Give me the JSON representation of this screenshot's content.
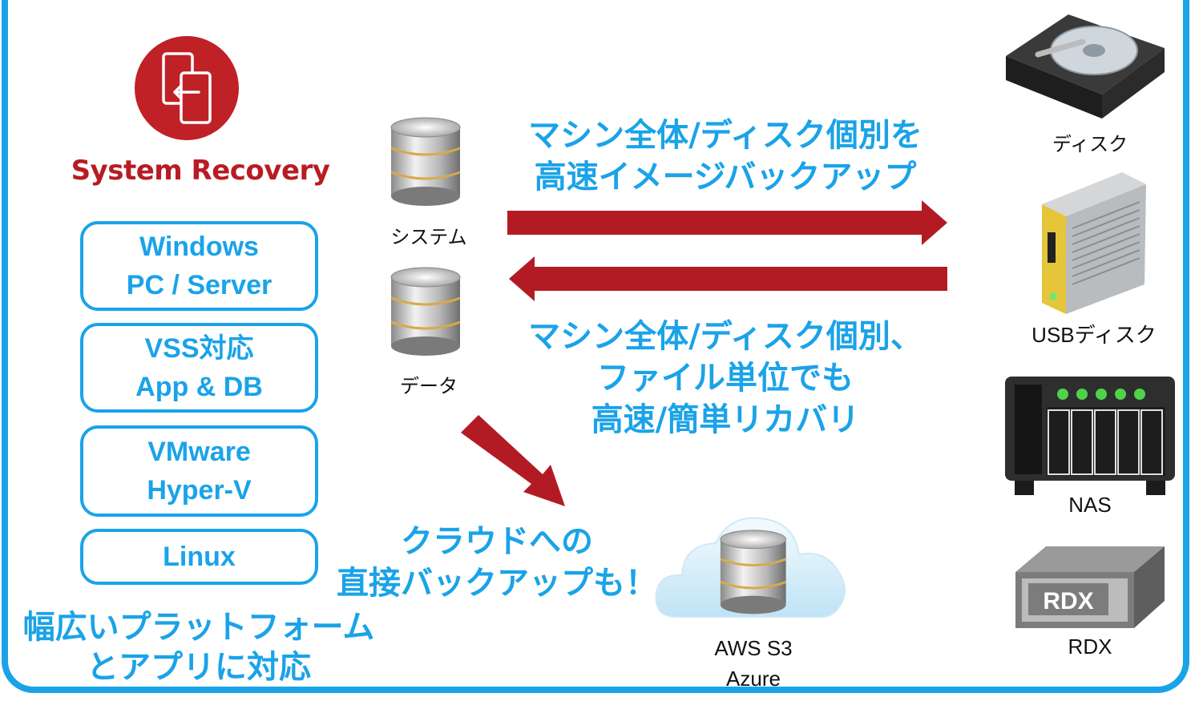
{
  "product": {
    "title": "System Recovery"
  },
  "platforms": [
    {
      "line1": "Windows",
      "line2": "PC / Server"
    },
    {
      "line1": "VSS対応",
      "line2": "App & DB"
    },
    {
      "line1": "VMware",
      "line2": "Hyper-V"
    },
    {
      "line1": "Linux",
      "line2": ""
    }
  ],
  "platform_caption": {
    "line1": "幅広いプラットフォーム",
    "line2": "とアプリに対応"
  },
  "sources": {
    "system_label": "システム",
    "data_label": "データ"
  },
  "backup_text": {
    "line1": "マシン全体/ディスク個別を",
    "line2": "高速イメージバックアップ"
  },
  "recovery_text": {
    "line1": "マシン全体/ディスク個別、",
    "line2": "ファイル単位でも",
    "line3": "高速/簡単リカバリ"
  },
  "cloud_text": {
    "line1": "クラウドへの",
    "line2": "直接バックアップも！"
  },
  "cloud_target": {
    "line1": "AWS S3",
    "line2": "Azure"
  },
  "targets": {
    "disk": "ディスク",
    "usb": "USBディスク",
    "nas": "NAS",
    "rdx": "RDX",
    "rdx_device_text": "RDX"
  },
  "colors": {
    "accent_blue": "#1aa3e8",
    "arrow_red": "#b31b24",
    "logo_red": "#bf2127"
  }
}
